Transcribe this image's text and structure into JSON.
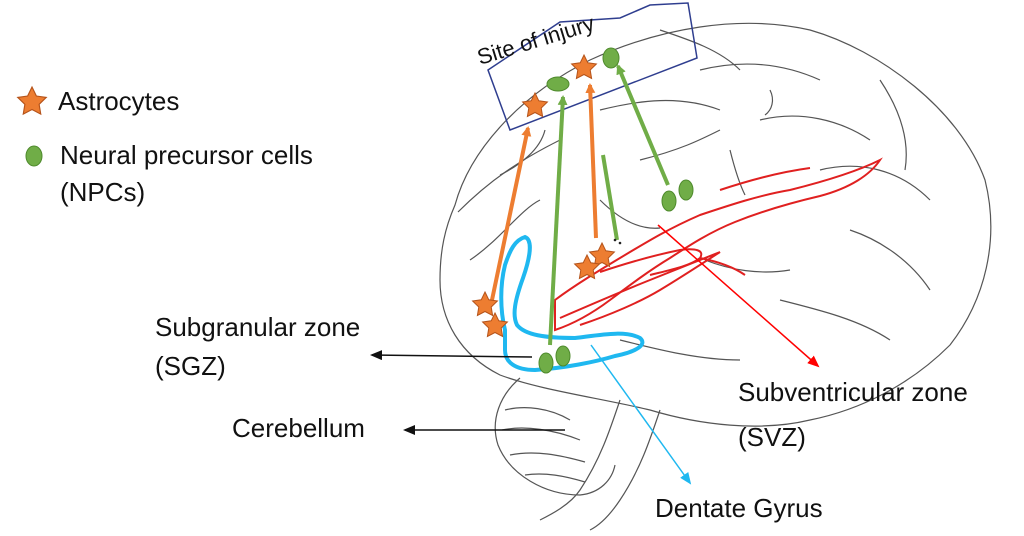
{
  "legend": {
    "astrocytes": {
      "label": "Astrocytes",
      "icon": "orange-star-icon",
      "color": "#ED7D31"
    },
    "npcs": {
      "label_line1": "Neural precursor cells",
      "label_line2": "(NPCs)",
      "icon": "green-oval-icon",
      "color": "#70AD47"
    }
  },
  "labels": {
    "site_of_injury": "Site of injury",
    "sgz_line1": "Subgranular zone",
    "sgz_line2": "(SGZ)",
    "cerebellum": "Cerebellum",
    "svz_line1": "Subventricular zone",
    "svz_line2": "(SVZ)",
    "dentate_gyrus": "Dentate Gyrus"
  },
  "colors": {
    "sketch": "#555555",
    "svz_outline": "#E02020",
    "dentate_outline": "#1FB8F0",
    "astrocyte_arrow": "#ED7D31",
    "npc_arrow": "#70AD47",
    "label_arrow": "#111111",
    "svz_pointer": "#FF0000",
    "dentate_pointer": "#1FB8F0",
    "injury_box": "#2F3E8F"
  }
}
